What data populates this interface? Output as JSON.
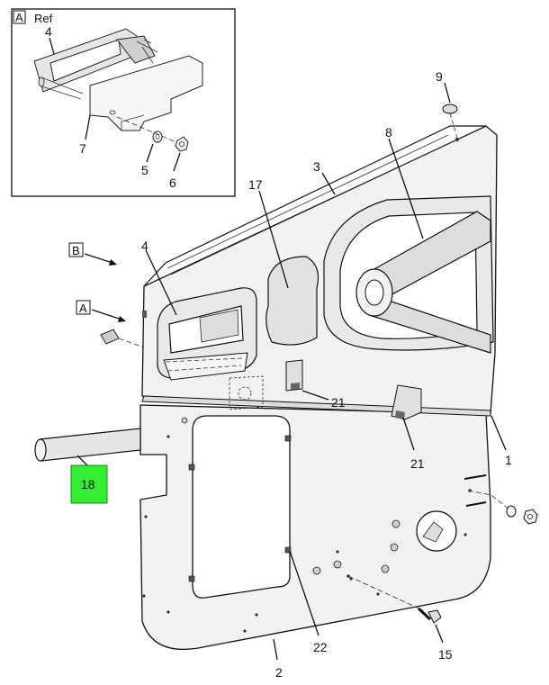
{
  "inset": {
    "box_label": "A",
    "ref_text": "Ref"
  },
  "view_labels": {
    "b": "B",
    "a": "A"
  },
  "callouts": {
    "c1": "1",
    "c2": "2",
    "c3": "3",
    "c4": "4",
    "c4_inset": "4",
    "c5": "5",
    "c6": "6",
    "c7": "7",
    "c8": "8",
    "c9": "9",
    "c15": "15",
    "c17": "17",
    "c21a": "21",
    "c21b": "21",
    "c22": "22"
  },
  "highlight": {
    "label": "18",
    "color": "#33ee33"
  }
}
